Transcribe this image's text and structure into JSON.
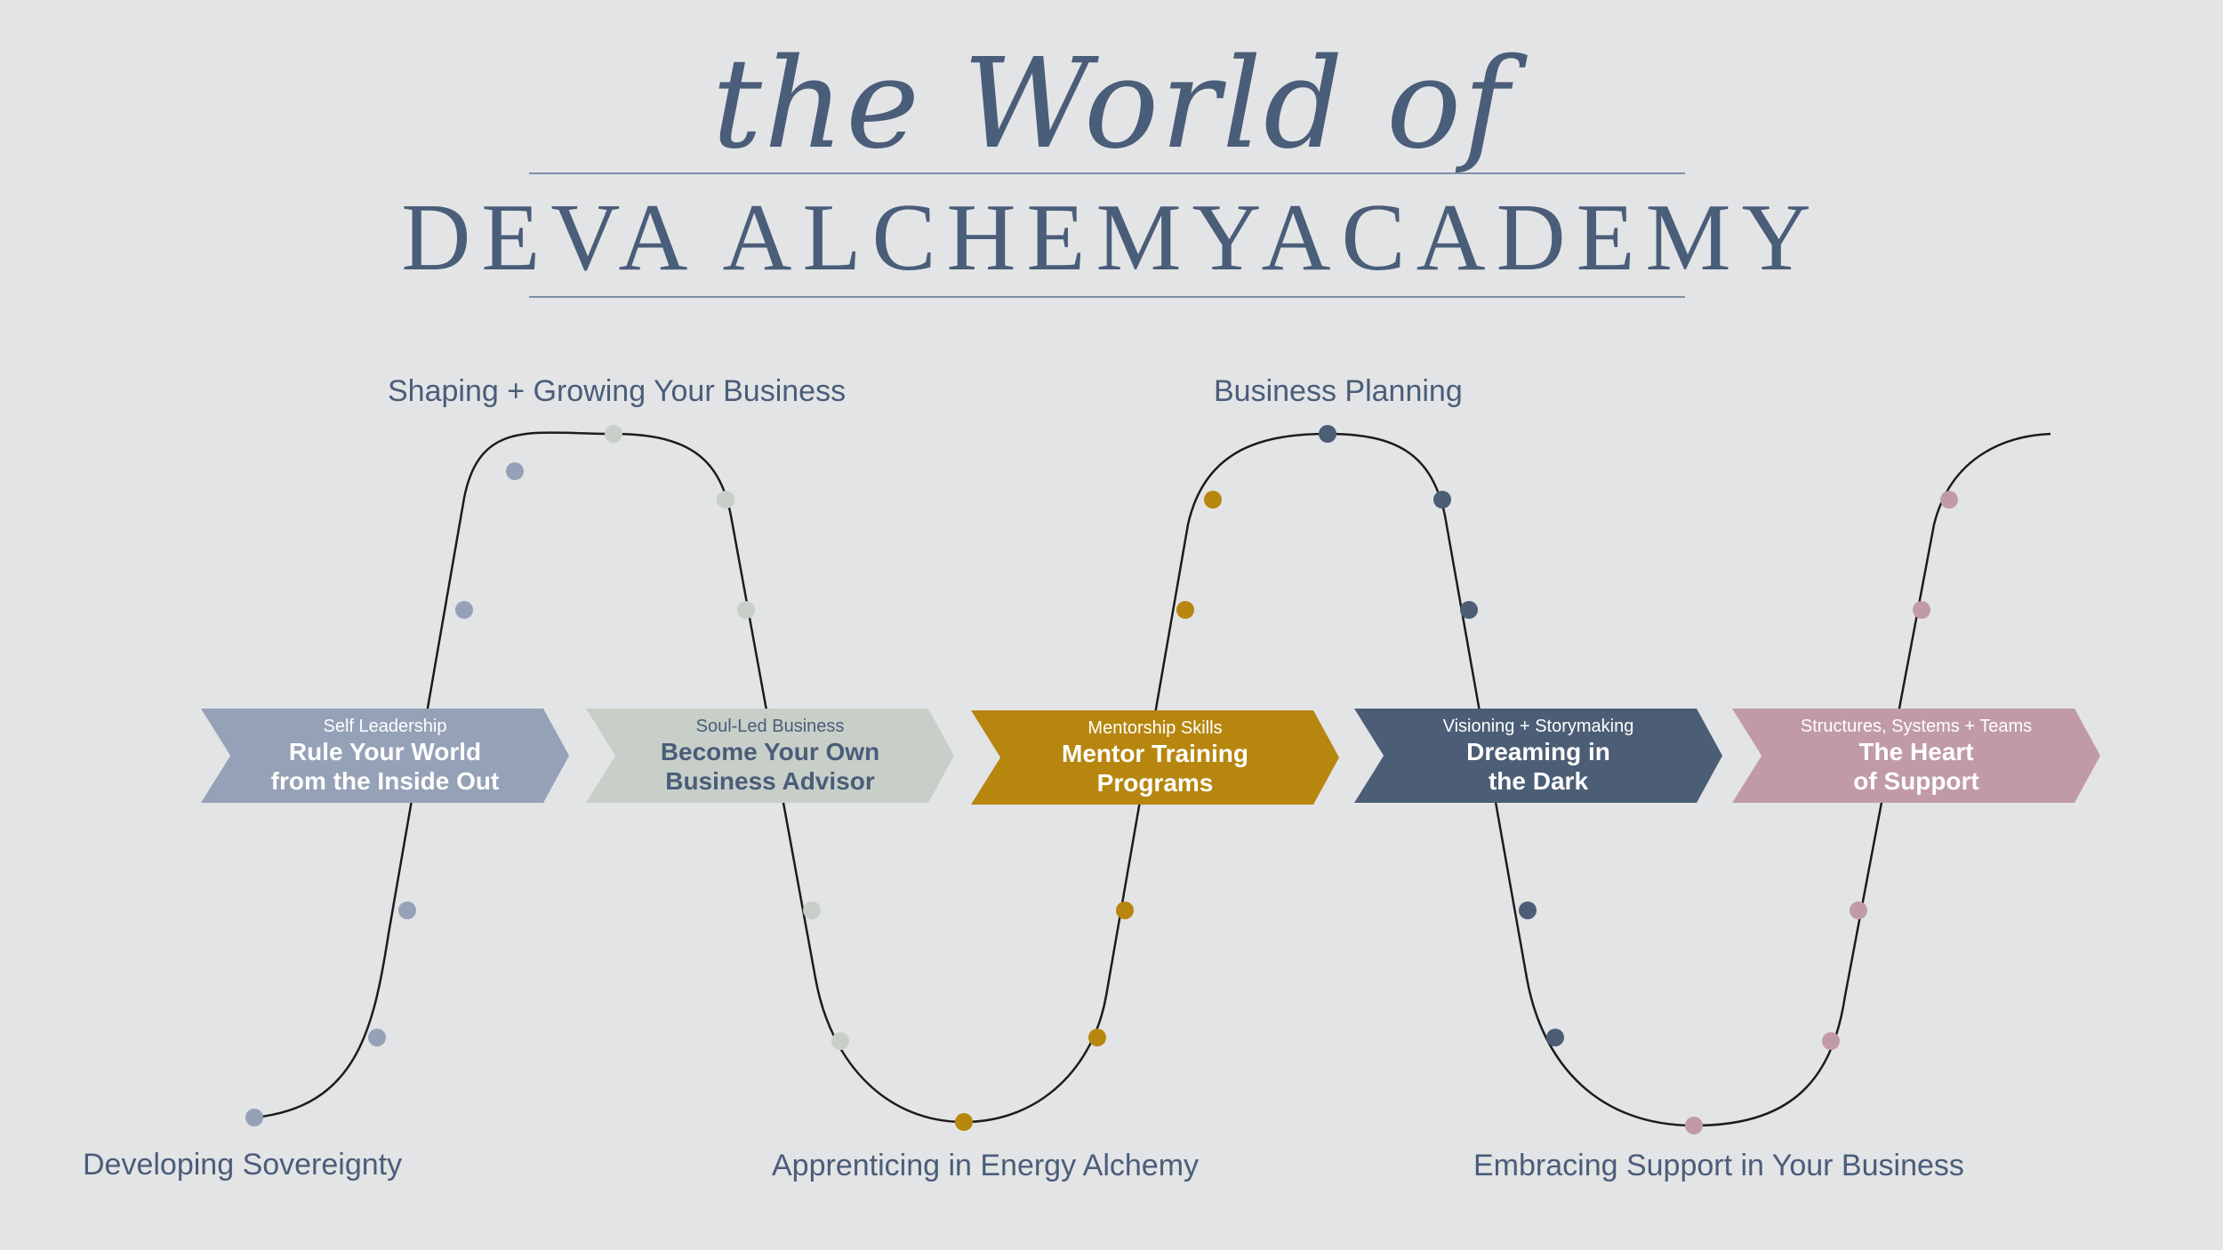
{
  "header": {
    "script_title": "the World of",
    "main_title": "DEVA ALCHEMYACADEMY"
  },
  "stages": {
    "developing": "Developing Sovereignty",
    "shaping": "Shaping + Growing Your Business",
    "apprenticing": "Apprenticing in Energy Alchemy",
    "planning": "Business Planning",
    "embracing": "Embracing Support in Your Business"
  },
  "programs": [
    {
      "subtitle": "Self Leadership",
      "title_line1": "Rule Your World",
      "title_line2": "from the Inside Out",
      "color": "#95a1b7"
    },
    {
      "subtitle": "Soul-Led Business",
      "title_line1": "Become Your Own",
      "title_line2": "Business Advisor",
      "color": "#c7cfc8"
    },
    {
      "subtitle": "Mentorship Skills",
      "title_line1": "Mentor Training",
      "title_line2": "Programs",
      "color": "#b7860f"
    },
    {
      "subtitle": "Visioning + Storymaking",
      "title_line1": "Dreaming in",
      "title_line2": "the Dark",
      "color": "#4c5d76"
    },
    {
      "subtitle": "Structures, Systems + Teams",
      "title_line1": "The Heart",
      "title_line2": "of Support",
      "color": "#c09ba5"
    }
  ],
  "colors": {
    "background": "#e3e4e6",
    "text": "#4a5d79",
    "curve": "#1c1c1c",
    "dot_slate_blue": "#95a1b7",
    "dot_sage": "#c7cfc8",
    "dot_gold": "#b7860f",
    "dot_navy": "#4c5d76",
    "dot_rose": "#c09ba5"
  }
}
